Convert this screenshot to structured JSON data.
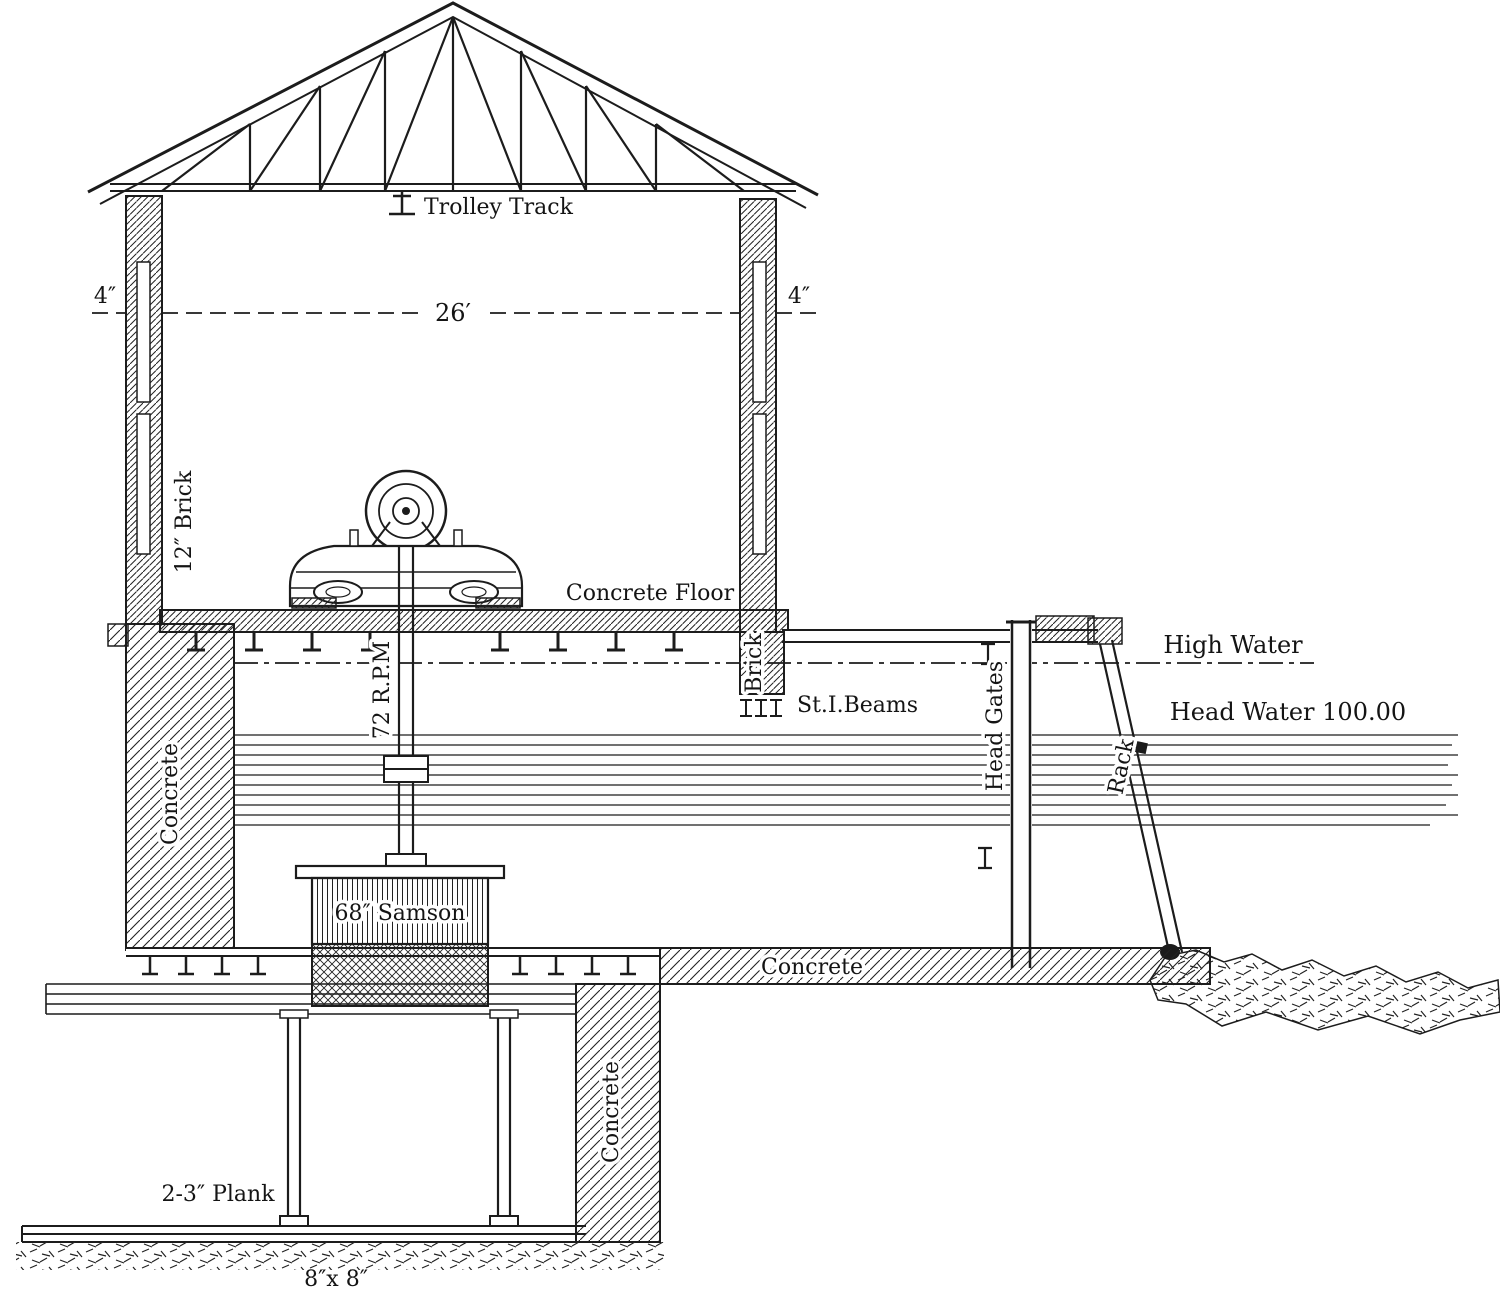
{
  "figure": {
    "title": "Cross-section of water power plant",
    "labels": {
      "trolley_track": "Trolley Track",
      "dim_left_wall": "4″",
      "dim_interior_span": "26′",
      "dim_right_wall": "4″",
      "left_wall": "12″ Brick",
      "concrete_floor": "Concrete Floor",
      "brick_pier": "Brick",
      "shaft_speed": "72 R.P.M",
      "steel_beams": "St.I.Beams",
      "high_water": "High Water",
      "head_water": "Head Water  100.00",
      "head_gates": "Head Gates",
      "rack": "Rack",
      "concrete_left_pier": "Concrete",
      "turbine": "68″ Samson",
      "concrete_apron": "Concrete",
      "concrete_lower_wall": "Concrete",
      "plank_floor": "2-3″ Plank",
      "timber_posts": "8″x 8″"
    }
  }
}
